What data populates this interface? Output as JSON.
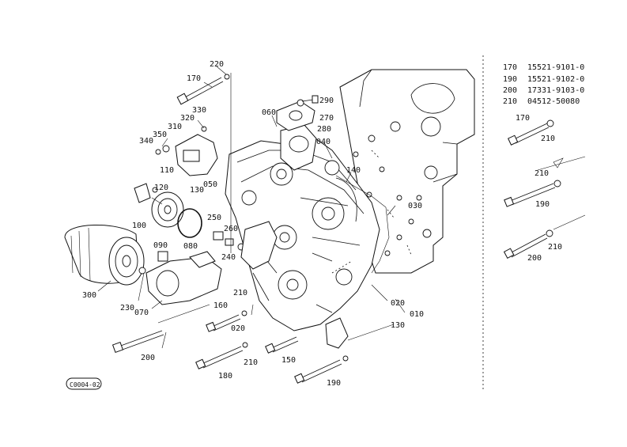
{
  "legend": [
    {
      "ref": "170",
      "part": "15521-9101-0"
    },
    {
      "ref": "190",
      "part": "15521-9102-0"
    },
    {
      "ref": "200",
      "part": "17331-9103-0"
    },
    {
      "ref": "210",
      "part": "04512-50080"
    }
  ],
  "callouts": {
    "c220": "220",
    "c170a": "170",
    "c330": "330",
    "c320": "320",
    "c310": "310",
    "c350": "350",
    "c340": "340",
    "c110": "110",
    "c120": "120",
    "c130a": "130",
    "c050": "050",
    "c100": "100",
    "c250": "250",
    "c260": "260",
    "c240": "240",
    "c090": "090",
    "c080": "080",
    "c300": "300",
    "c230": "230",
    "c070": "070",
    "c060": "060",
    "c290": "290",
    "c270": "270",
    "c280": "280",
    "c040": "040",
    "c140": "140",
    "c030": "030",
    "c020a": "020",
    "c010": "010",
    "c130b": "130",
    "c210a": "210",
    "c160": "160",
    "c020b": "020",
    "c200a": "200",
    "c180": "180",
    "c210b": "210",
    "c150": "150",
    "c190a": "190",
    "r170": "170",
    "r210a": "210",
    "r210b": "210",
    "r190": "190",
    "r200": "200",
    "r210c": "210"
  },
  "stamp": "C0004-02"
}
